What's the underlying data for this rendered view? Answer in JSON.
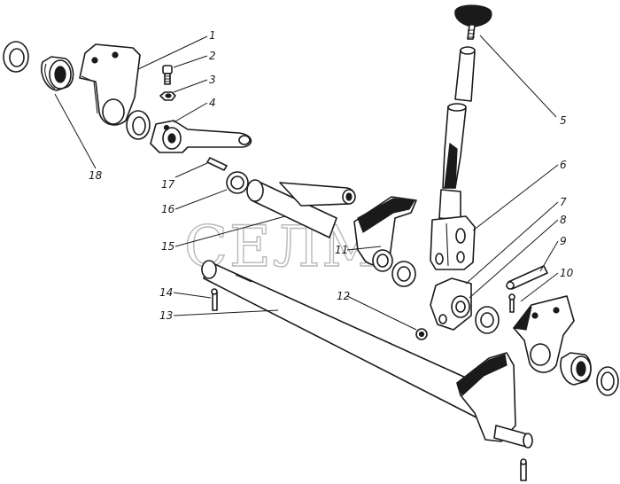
{
  "watermark": "СЕЛМ",
  "callouts": [
    "1",
    "2",
    "3",
    "4",
    "5",
    "6",
    "7",
    "8",
    "9",
    "10",
    "11",
    "12",
    "13",
    "14",
    "15",
    "16",
    "17",
    "18"
  ]
}
